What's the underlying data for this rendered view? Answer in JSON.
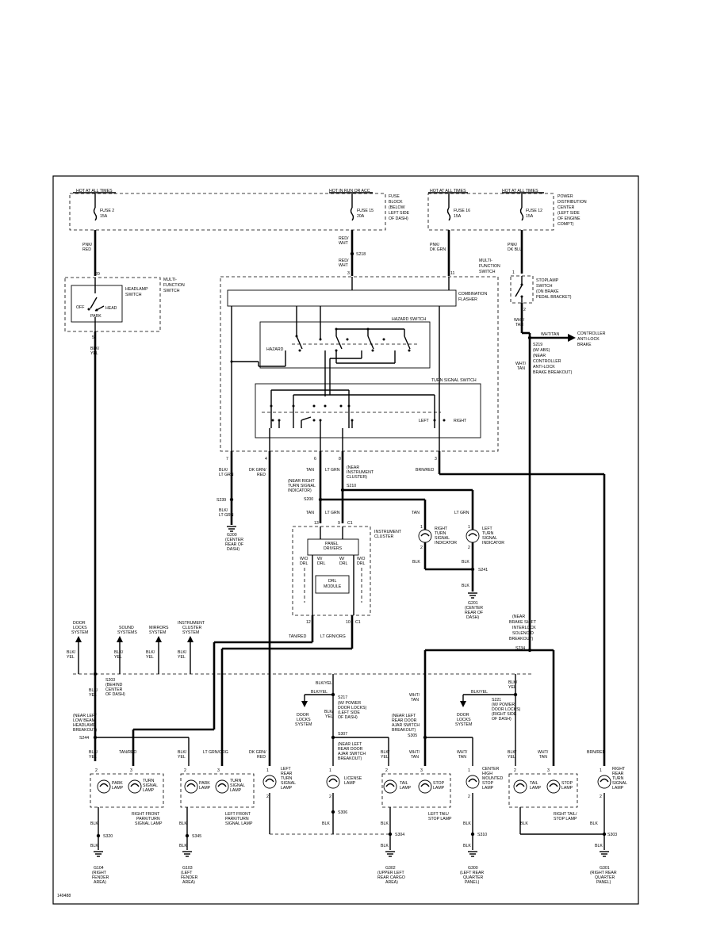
{
  "figure_id": "149488",
  "hot_labels": {
    "h1": "HOT AT ALL TIMES",
    "h2": "HOT IN RUN OR ACC",
    "h3": "HOT AT ALL TIMES",
    "h4": "HOT AT ALL TIMES"
  },
  "fuses": {
    "f2": [
      "FUSE 2",
      "15A"
    ],
    "f15": [
      "FUSE 15",
      "20A"
    ],
    "f16": [
      "FUSE 16",
      "15A"
    ],
    "f12": [
      "FUSE 12",
      "15A"
    ]
  },
  "fuse_block": [
    "FUSE",
    "BLOCK",
    "(BELOW",
    "LEFT SIDE",
    "OF DASH)"
  ],
  "pdc": [
    "POWER",
    "DISTRIBUTION",
    "CENTER",
    "(LEFT SIDE",
    "OF ENGINE",
    "COMPT)"
  ],
  "wires": {
    "pnk_red": [
      "PNK/",
      "RED"
    ],
    "red_wht": [
      "RED/",
      "WHT"
    ],
    "red_wht2": [
      "RED/",
      "WHT"
    ],
    "pnk_dkgrn": [
      "PNK/",
      "DK GRN"
    ],
    "pnk_dkblu": [
      "PNK/",
      "DK BLU"
    ],
    "blk_yel_main": [
      "BLK/",
      "YEL"
    ],
    "wht_tan1": [
      "WHT/",
      "TAN"
    ],
    "wht_tan2": [
      "WHT/",
      "TAN"
    ],
    "wht_tan_arrow": "WHT/TAN",
    "blk_ltgrn": [
      "BLK/",
      "LT GRN"
    ],
    "blk_ltgrn2": [
      "BLK/",
      "LT GRN"
    ],
    "dkgrn_red": [
      "DK GRN/",
      "RED"
    ],
    "tan_a": "TAN",
    "tan_b": "TAN",
    "tan_c": "TAN",
    "ltgrn_a": "LT GRN",
    "ltgrn_b": "LT GRN",
    "ltgrn_c": "LT GRN",
    "brn_red": "BRN/RED",
    "tan_red": "TAN/RED",
    "ltgrn_org": "LT GRN/ORG",
    "blk_a": "BLK",
    "blk_b": "BLK",
    "blk_yel_row": [
      "BLK/",
      "YEL"
    ],
    "blk_yel_s217": "BLK/YEL",
    "blk_yel_s217b": "BLK/YEL",
    "blk_yel_s221": "BLK/YEL",
    "blk_yel_s217v": [
      "BLK/",
      "YEL"
    ],
    "blk_yel_s221v": [
      "BLK/",
      "YEL"
    ],
    "blk_yel_s203": [
      "BLK/",
      "YEL"
    ],
    "wht_tan_s234": [
      "WHT/",
      "TAN"
    ]
  },
  "splices": {
    "s218": "S218",
    "s239": "S239",
    "s200": "S200",
    "s210": "S210",
    "s241": "S241",
    "s219": "S219",
    "s203": "S203",
    "s217": "S217",
    "s221": "S221",
    "s234": "S234",
    "s244": "S244",
    "s307": "S307",
    "s305": "S305",
    "s320": "S320",
    "s345": "S345",
    "s306": "S306",
    "s304": "S304",
    "s310": "S310",
    "s303": "S303"
  },
  "notes": {
    "s219": [
      "(W/ ABS)",
      "(NEAR",
      "CONTROLLER",
      "ANTI-LOCK",
      "BRAKE BREAKOUT)"
    ],
    "controller": [
      "CONTROLLER",
      "ANTI-LOCK",
      "BRAKE"
    ],
    "s210": [
      "(NEAR",
      "INSTRUMENT",
      "CLUSTER)"
    ],
    "s200": [
      "(NEAR RIGHT",
      "TURN SIGNAL",
      "INDICATOR)"
    ],
    "g200": [
      "G200",
      "(CENTER",
      "REAR OF",
      "DASH)"
    ],
    "g201": [
      "G201",
      "(CENTER",
      "REAR OF",
      "DASH)"
    ],
    "s234": [
      "(NEAR",
      "BRAKE SHIFT",
      "INTERLOCK",
      "SOLENOID",
      "BREAKOUT)"
    ],
    "s203": [
      "(BEHIND",
      "CENTER",
      "OF DASH)"
    ],
    "s217": [
      "(W/ POWER",
      "DOOR LOCKS)",
      "(LEFT SIDE",
      "OF DASH)"
    ],
    "s221": [
      "(W/ POWER",
      "DOOR LOCKS)",
      "(RIGHT SIDE",
      "OF DASH)"
    ],
    "s244": [
      "(NEAR LEFT",
      "LOW BEAM",
      "HEADLAMP",
      "BREAKOUT)"
    ],
    "s307": [
      "(NEAR LEFT",
      "REAR DOOR",
      "AJAR SWITCH",
      "BREAKOUT)"
    ],
    "s305": [
      "(NEAR LEFT",
      "REAR DOOR",
      "AJAR SWITCH",
      "BREAKOUT)"
    ]
  },
  "components": {
    "mfs_left": [
      "MULTI-",
      "FUNCTION",
      "SWITCH"
    ],
    "mfs_right": [
      "MULTI-",
      "FUNCTION",
      "SWITCH"
    ],
    "headlamp_switch": [
      "HEADLAMP",
      "SWITCH"
    ],
    "headlamp_pos": [
      "OFF",
      "HEAD",
      "PARK"
    ],
    "combo_flasher": [
      "COMBINATION",
      "FLASHER"
    ],
    "hazard_switch": "HAZARD SWITCH",
    "hazard": "HAZARD",
    "turn_switch": "TURN SIGNAL SWITCH",
    "left": "LEFT",
    "right": "RIGHT",
    "stoplamp_switch": [
      "STOPLAMP",
      "SWITCH",
      "(ON BRAKE",
      "PEDAL BRACKET)"
    ],
    "instrument_cluster": [
      "INSTRUMENT",
      "CLUSTER"
    ],
    "panel_drivers": [
      "PANEL",
      "DRIVERS"
    ],
    "drl_module": [
      "DRL",
      "MODULE"
    ],
    "wo_drl": [
      "W/O",
      "DRL"
    ],
    "w_drl": [
      "W/",
      "DRL"
    ],
    "w_drl2": [
      "W/",
      "DRL"
    ],
    "wo_drl2": [
      "W/O",
      "DRL"
    ],
    "rt_indicator": [
      "RIGHT",
      "TURN",
      "SIGNAL",
      "INDICATOR"
    ],
    "lt_indicator": [
      "LEFT",
      "TURN",
      "SIGNAL",
      "INDICATOR"
    ],
    "door_locks1": [
      "DOOR",
      "LOCKS",
      "SYSTEM"
    ],
    "sound": [
      "SOUND",
      "SYSTEMS"
    ],
    "mirrors": [
      "MIRRORS",
      "SYSTEM"
    ],
    "ic_system": [
      "INSTRUMENT",
      "CLUSTER",
      "SYSTEM"
    ],
    "door_locks2": [
      "DOOR",
      "LOCKS",
      "SYSTEM"
    ],
    "door_locks3": [
      "DOOR",
      "LOCKS",
      "SYSTEM"
    ],
    "rf_lamp": [
      "RIGHT FRONT",
      "PARK/TURN",
      "SIGNAL LAMP"
    ],
    "lf_lamp": [
      "LEFT FRONT",
      "PARK/TURN",
      "SIGNAL LAMP"
    ],
    "lr_turn": [
      "LEFT",
      "REAR",
      "TURN",
      "SIGNAL",
      "LAMP"
    ],
    "license": [
      "LICENSE",
      "LAMP"
    ],
    "lt_tail_stop": [
      "LEFT TAIL/",
      "STOP LAMP"
    ],
    "chmsl": [
      "CENTER",
      "HIGH",
      "MOUNTED",
      "STOP",
      "LAMP"
    ],
    "rt_tail_stop": [
      "RIGHT TAIL/",
      "STOP LAMP"
    ],
    "rr_turn": [
      "RIGHT",
      "REAR",
      "TURN",
      "SIGNAL",
      "LAMP"
    ],
    "park": [
      "PARK",
      "LAMP"
    ],
    "park2": [
      "PARK",
      "LAMP"
    ],
    "turn": [
      "TURN",
      "SIGNAL",
      "LAMP"
    ],
    "turn2": [
      "TURN",
      "SIGNAL",
      "LAMP"
    ],
    "tail": [
      "TAIL",
      "LAMP"
    ],
    "stop": [
      "STOP",
      "LAMP"
    ],
    "tail2": [
      "TAIL",
      "LAMP"
    ],
    "stop2": [
      "STOP",
      "LAMP"
    ]
  },
  "grounds": {
    "g104": [
      "G104",
      "(RIGHT",
      "FENDER",
      "AREA)"
    ],
    "g103": [
      "G103",
      "(LEFT",
      "FENDER",
      "AREA)"
    ],
    "g302": [
      "G302",
      "(UPPER LEFT",
      "REAR CARGO",
      "AREA)"
    ],
    "g300": [
      "G300",
      "(LEFT REAR",
      "QUARTER",
      "PANEL)"
    ],
    "g301": [
      "G301",
      "(RIGHT REAR",
      "QUARTER",
      "PANEL)"
    ]
  },
  "pins": {
    "p20": "20",
    "p3": "3",
    "p11": "11",
    "p1": "1",
    "p2": "2",
    "p5": "5",
    "p7": "7",
    "p4": "4",
    "p6": "6",
    "p8": "8",
    "p3b": "3",
    "p13": "13",
    "p9": "9",
    "c1a": "C1",
    "p12": "12",
    "p10": "10",
    "c1b": "C1"
  }
}
